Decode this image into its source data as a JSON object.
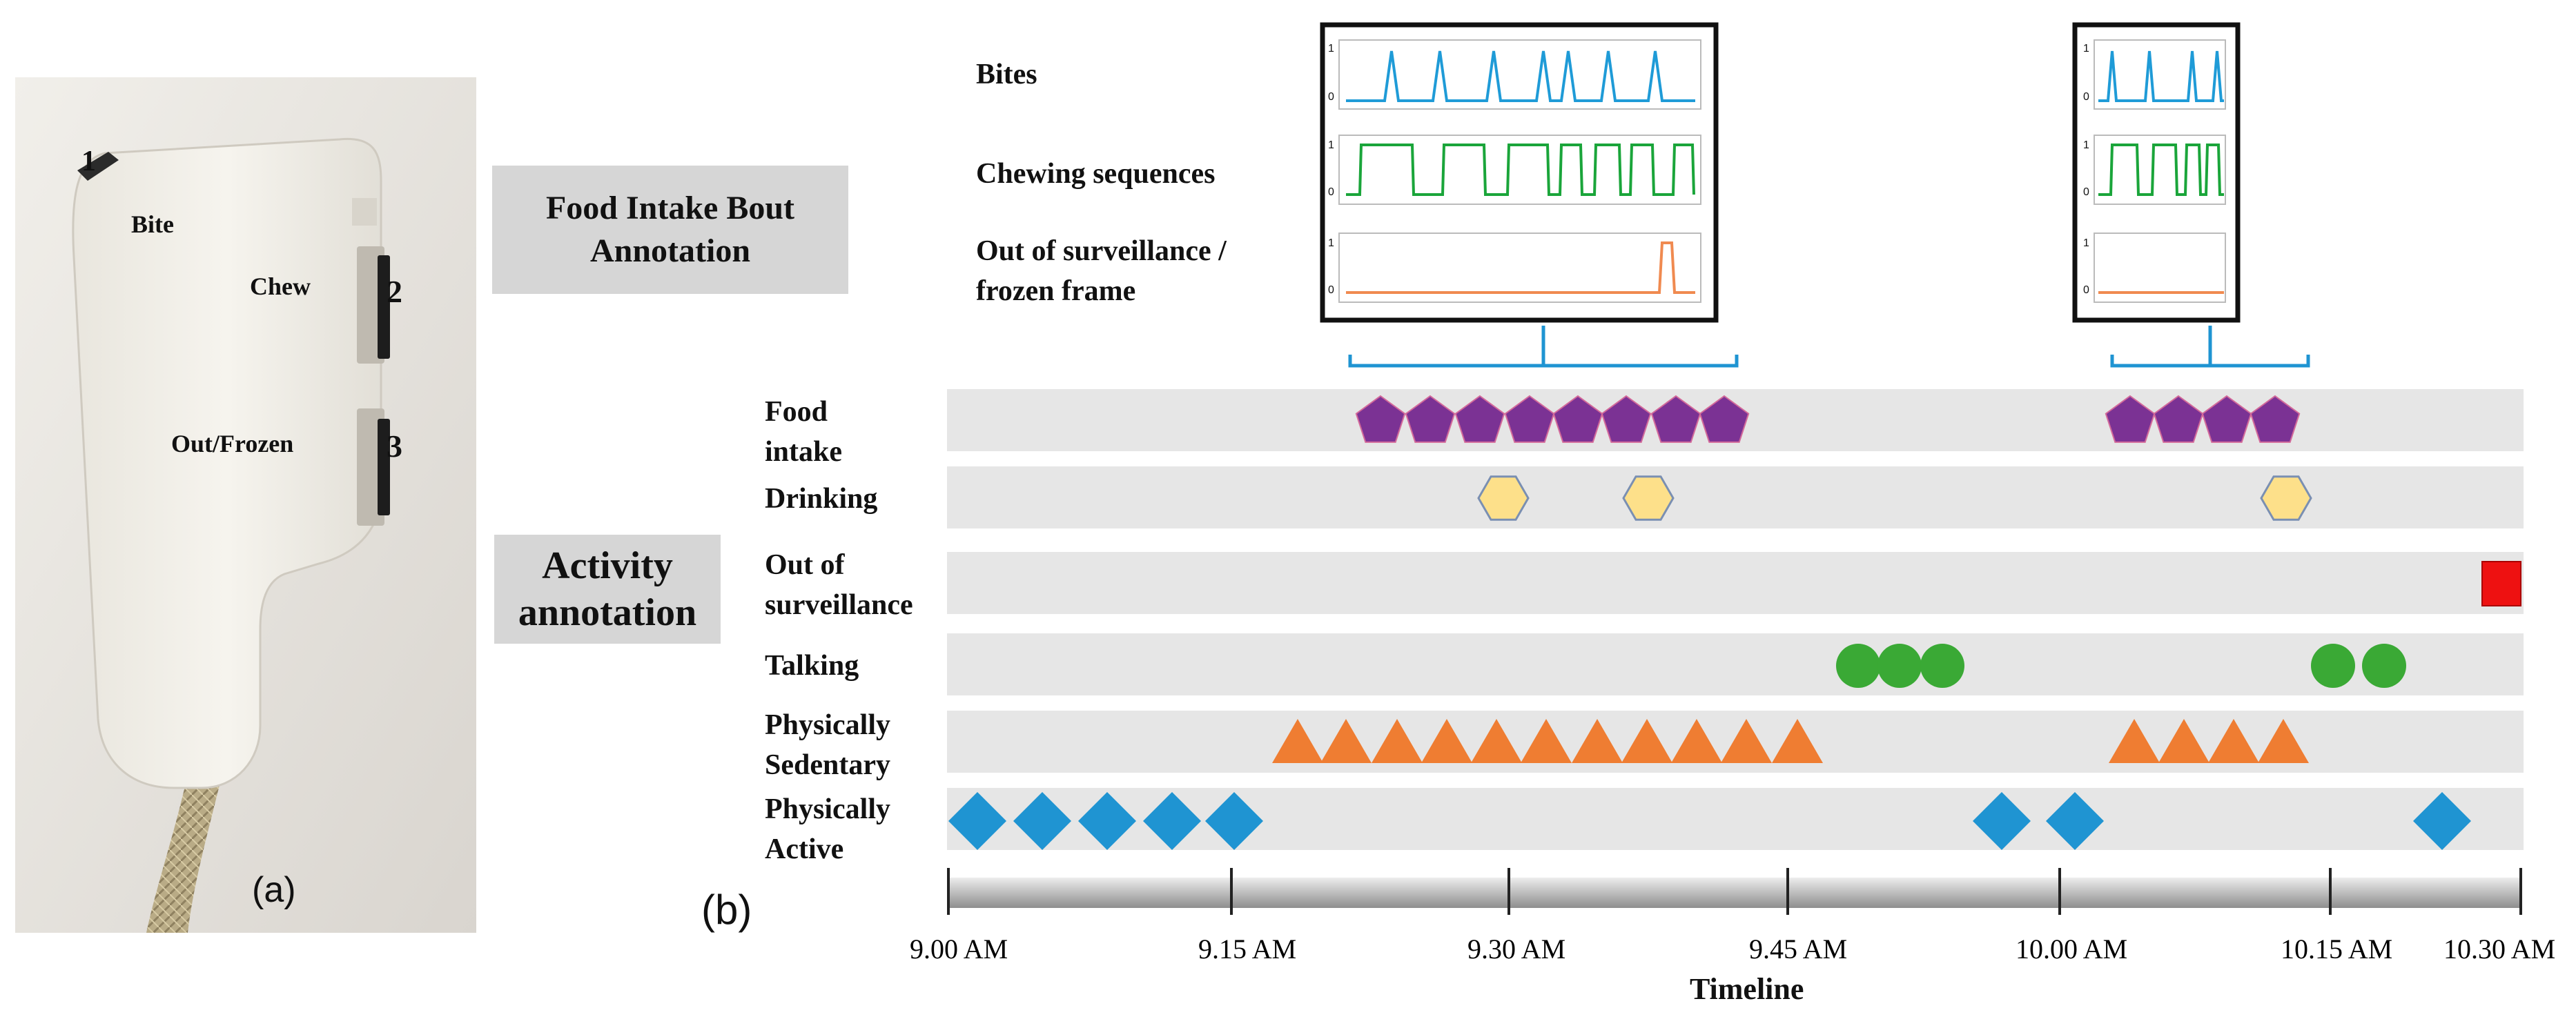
{
  "panel_a": {
    "labels": {
      "bite_num": "1",
      "bite": "Bite",
      "chew": "Chew",
      "chew_num": "2",
      "out": "Out/Frozen",
      "out_num": "3"
    },
    "caption": "(a)"
  },
  "panel_b": {
    "caption": "(b)",
    "box_food_intake": "Food Intake Bout Annotation",
    "box_activity": "Activity annotation",
    "signal_labels": {
      "bites": "Bites",
      "chewing": "Chewing sequences",
      "out_line1": "Out of surveillance /",
      "out_line2": "frozen frame"
    },
    "mini_axis": {
      "one": "1",
      "zero": "0"
    },
    "rows": [
      {
        "line1": "Food",
        "line2": "intake"
      },
      {
        "line1": "Drinking",
        "line2": ""
      },
      {
        "line1": "Out of",
        "line2": "surveillance"
      },
      {
        "line1": "Talking",
        "line2": ""
      },
      {
        "line1": "Physically",
        "line2": "Sedentary"
      },
      {
        "line1": "Physically",
        "line2": "Active"
      }
    ],
    "ticks": [
      "9.00 AM",
      "9.15 AM",
      "9.30 AM",
      "9.45 AM",
      "10.00 AM",
      "10.15 AM",
      "10.30 AM"
    ],
    "axis_title": "Timeline"
  },
  "colors": {
    "food": "#7b3294",
    "drink": "#fde08a",
    "out": "#ee1111",
    "talk": "#3aa935",
    "sedentary": "#ef7d32",
    "active": "#1f94d2",
    "band": "#e6e6e6",
    "bites_signal": "#1f9bd7",
    "chew_signal": "#1aa53a",
    "out_signal": "#f08a50"
  }
}
